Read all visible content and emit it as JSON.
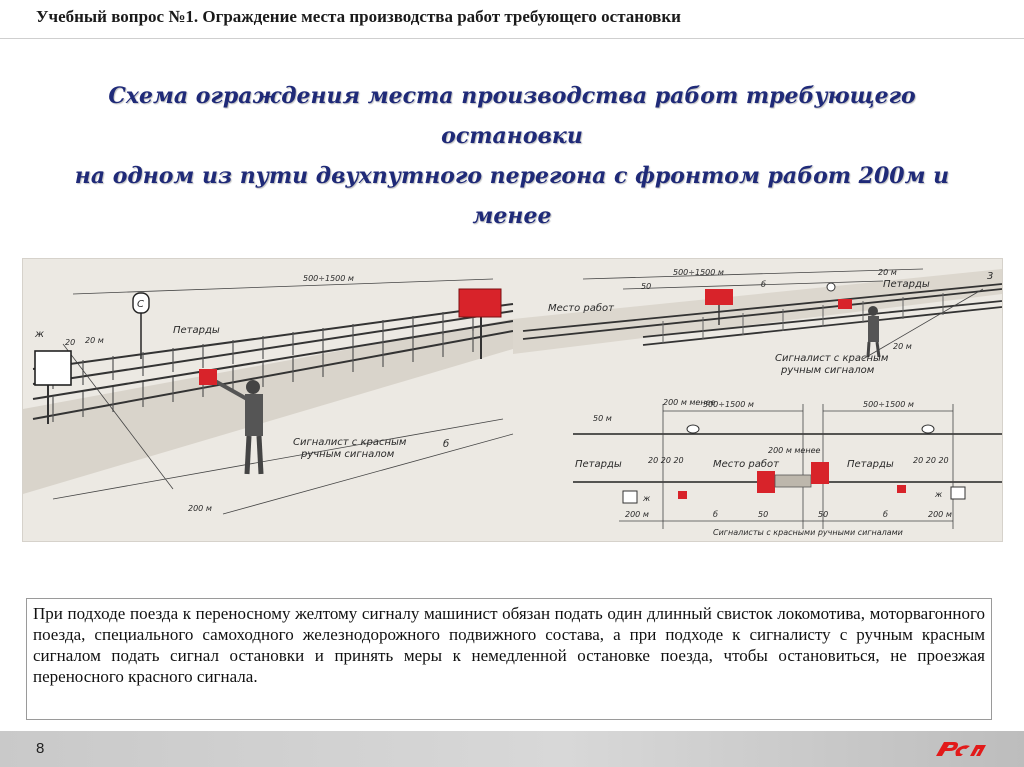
{
  "header": {
    "title": "Учебный вопрос №1. Ограждение места производства работ требующего остановки"
  },
  "slide": {
    "title_lines": [
      "Схема ограждения места производства работ требующего остановки",
      "на одном  из  пути  двухпутного перегона  с фронтом  работ 200м и",
      "менее"
    ]
  },
  "diagram": {
    "labels": {
      "zh": "ж",
      "s": "С",
      "d20a": "20",
      "d20b": "20 м",
      "petardy_left": "Петарды",
      "d500_1500_top": "500÷1500 м",
      "mesto_rabot": "Место работ",
      "d500_1500_mid": "500÷1500 м",
      "d50_mid": "50",
      "b_mid": "б",
      "petardy_right": "Петарды",
      "d20m_r1": "20 м",
      "d20m_r2": "20 м",
      "signalist_right_1": "Сигналист с красным",
      "signalist_right_2": "ручным сигналом",
      "signalist_left_1": "Сигналист с красным",
      "signalist_left_2": "ручным сигналом",
      "d200_menee": "200 м менее",
      "d50_low": "50 м",
      "b_low": "б",
      "d200_low": "200 м",
      "plan_500_1500_l": "500÷1500 м",
      "plan_500_1500_r": "500÷1500 м",
      "plan_petardy_l": "Петарды",
      "plan_20_20_20_l": "20 20 20",
      "plan_mesto_rabot": "Место работ",
      "plan_200_menee": "200 м менее",
      "plan_petardy_r": "Петарды",
      "plan_20_20_20_r": "20 20 20",
      "plan_zh_l": "ж",
      "plan_zh_r": "ж",
      "plan_200m_l": "200 м",
      "plan_b_l": "б",
      "plan_50_l": "50",
      "plan_50_r": "50",
      "plan_b_r": "б",
      "plan_200m_r": "200 м",
      "plan_signalisty": "Сигналисты с красными ручными сигналами",
      "track_no": "3"
    }
  },
  "body": {
    "text": "При подходе поезда к переносному желтому сигналу машинист обязан подать один длинный свисток локомотива, моторвагонного поезда, специального самоходного железнодорожного подвижного состава, а при подходе к сигналисту с ручным красным сигналом подать сигнал остановки и принять меры к немедленной остановке поезда, чтобы остановиться, не проезжая переносного красного сигнала."
  },
  "footer": {
    "page_number": "8"
  },
  "colors": {
    "title": "#1f2a78",
    "signal_red": "#d8232a",
    "logo_red": "#e21a1a",
    "footer_bg": "#cfcfcf"
  }
}
